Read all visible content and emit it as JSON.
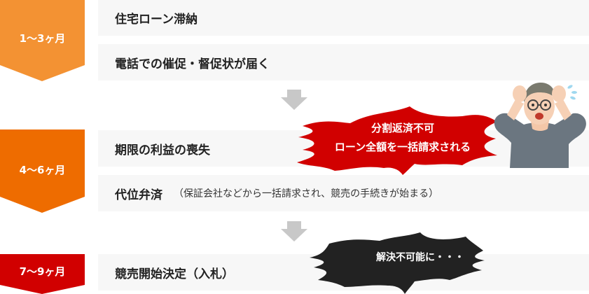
{
  "phases": [
    {
      "label": "1〜3ヶ月",
      "color": "#f39233"
    },
    {
      "label": "4〜6ヶ月",
      "color": "#ee6c00"
    },
    {
      "label": "7〜9ヶ月",
      "color": "#d10000"
    }
  ],
  "steps": [
    {
      "title": "住宅ローン滞納"
    },
    {
      "title": "電話での催促・督促状が届く"
    },
    {
      "title": "期限の利益の喪失"
    },
    {
      "title": "代位弁済",
      "note": "（保証会社などから一括請求され、競売の手続きが始まる）"
    },
    {
      "title": "競売開始決定（入札）"
    }
  ],
  "callouts": {
    "red": {
      "line1": "分割返済不可",
      "line2": "ローン全額を一括請求される",
      "color": "#d10000"
    },
    "black": {
      "text": "解決不可能に・・・",
      "color": "#222222"
    }
  },
  "colors": {
    "row_bg": "#f7f7f7",
    "arrow": "#c8c8c8",
    "shirt": "#6b7680"
  }
}
